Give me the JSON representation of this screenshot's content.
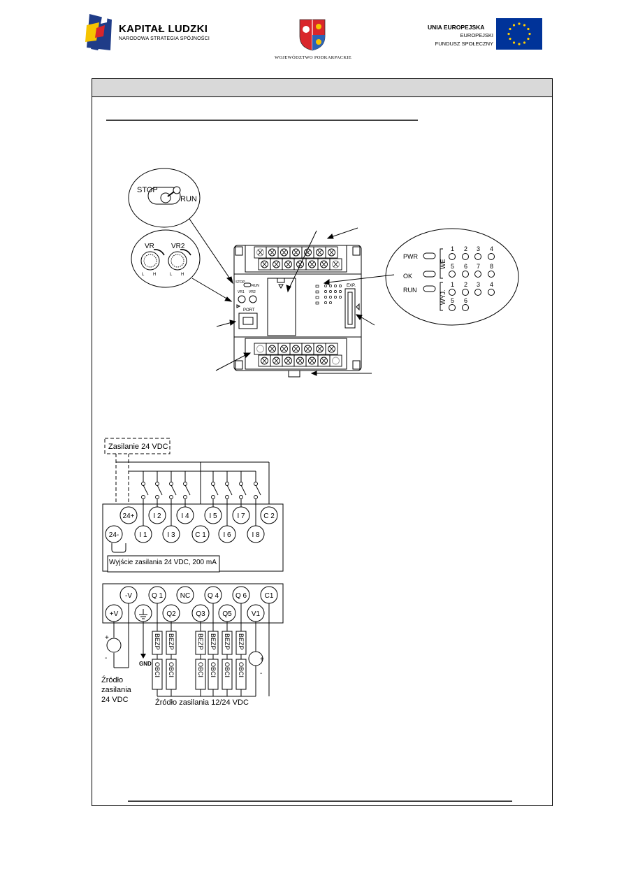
{
  "header": {
    "kapital_title": "KAPITAŁ LUDZKI",
    "kapital_subtitle": "NARODOWA STRATEGIA SPÓJNOŚCI",
    "region": "WOJEWÓDZTWO PODKARPACKIE",
    "eu_line1": "UNIA EUROPEJSKA",
    "eu_line2": "EUROPEJSKI",
    "eu_line3": "FUNDUSZ SPOŁECZNY"
  },
  "front_panel": {
    "stop": "STOP",
    "run": "RUN",
    "vr1": "VR",
    "vr2": "VR2",
    "l": "L",
    "h": "H",
    "port": "PORT",
    "stop_small": "STOP",
    "run_small": "RUN",
    "vr1_small": "VR1",
    "vr2_small": "VR2",
    "exp": "EXP.",
    "pwr": "PWR",
    "ok": "OK",
    "run_led": "RUN",
    "we": "WE",
    "wyj": "WYJ.",
    "in_top": [
      "1",
      "2",
      "3",
      "4"
    ],
    "in_bottom": [
      "5",
      "6",
      "7",
      "8"
    ],
    "out_top": [
      "1",
      "2",
      "3",
      "4"
    ],
    "out_bottom": [
      "5",
      "6"
    ]
  },
  "wiring": {
    "supply_in": "Zasilanie 24 VDC",
    "top_row": [
      "24+",
      "I 2",
      "I 4",
      "I 5",
      "I 7",
      "C 2"
    ],
    "mid_row": [
      "24-",
      "I 1",
      "I 3",
      "C 1",
      "I 6",
      "I 8"
    ],
    "supply_out": "Wyjście zasilania 24 VDC, 200 mA",
    "out_top_row": [
      "-V",
      "Q 1",
      "NC",
      "Q 4",
      "Q 6",
      "C1"
    ],
    "out_bottom_row": [
      "+V",
      "Q2",
      "Q3",
      "Q5",
      "V1"
    ],
    "bezp": "BEZP",
    "obci": "OBCI",
    "gnd": "GND",
    "plus": "+",
    "minus": "-",
    "src24_l1": "Źródło",
    "src24_l2": "zasilania",
    "src24_l3": "24 VDC",
    "src1224": "Źródło zasilania 12/24 VDC"
  },
  "colors": {
    "frame_header": "#d9d9d9",
    "eu_blue": "#003399",
    "eu_star": "#ffcc00"
  }
}
